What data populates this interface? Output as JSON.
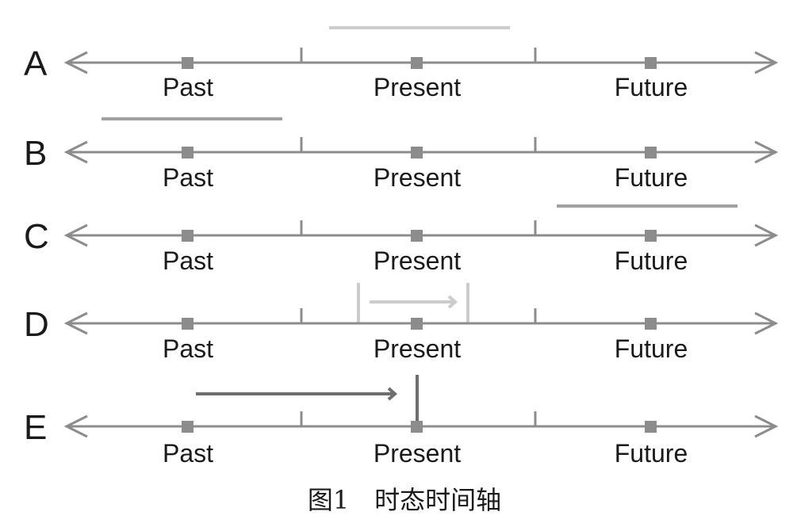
{
  "diagram": {
    "caption": "图1　时态时间轴",
    "colors": {
      "axis": "#8c8c8c",
      "dark_marker": "#6e6e6e",
      "mid_marker": "#a0a0a0",
      "light_marker": "#cccccc",
      "text": "#1a1a1a"
    },
    "rows": [
      {
        "letter": "A",
        "labels": [
          "Past",
          "Present",
          "Future"
        ]
      },
      {
        "letter": "B",
        "labels": [
          "Past",
          "Present",
          "Future"
        ]
      },
      {
        "letter": "C",
        "labels": [
          "Past",
          "Present",
          "Future"
        ]
      },
      {
        "letter": "D",
        "labels": [
          "Past",
          "Present",
          "Future"
        ]
      },
      {
        "letter": "E",
        "labels": [
          "Past",
          "Present",
          "Future"
        ]
      }
    ]
  }
}
